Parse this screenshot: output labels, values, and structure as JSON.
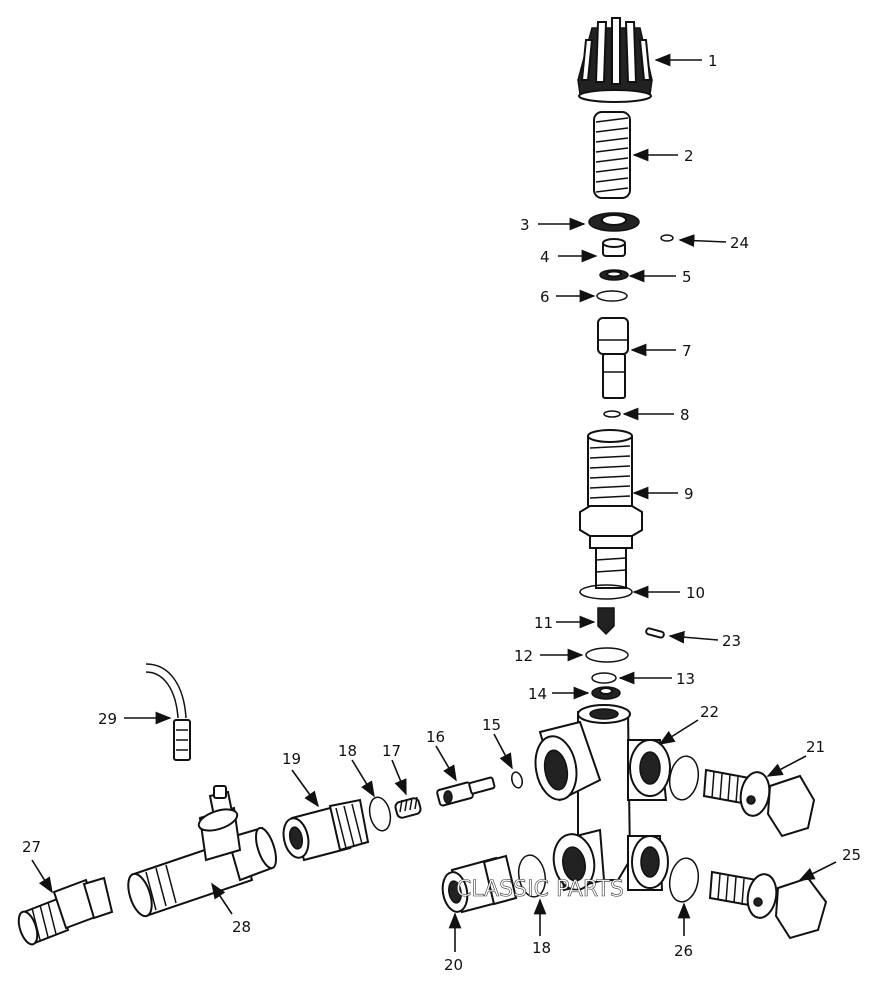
{
  "callouts": {
    "c1": "1",
    "c2": "2",
    "c3": "3",
    "c4": "4",
    "c5": "5",
    "c6": "6",
    "c7": "7",
    "c8": "8",
    "c9": "9",
    "c10": "10",
    "c11": "11",
    "c12": "12",
    "c13": "13",
    "c14": "14",
    "c15": "15",
    "c16": "16",
    "c17": "17",
    "c18a": "18",
    "c18b": "18",
    "c19": "19",
    "c20": "20",
    "c21": "21",
    "c22": "22",
    "c23": "23",
    "c24": "24",
    "c25": "25",
    "c26": "26",
    "c27": "27",
    "c28": "28",
    "c29": "29"
  },
  "watermark": "CLASSIC PARTS"
}
